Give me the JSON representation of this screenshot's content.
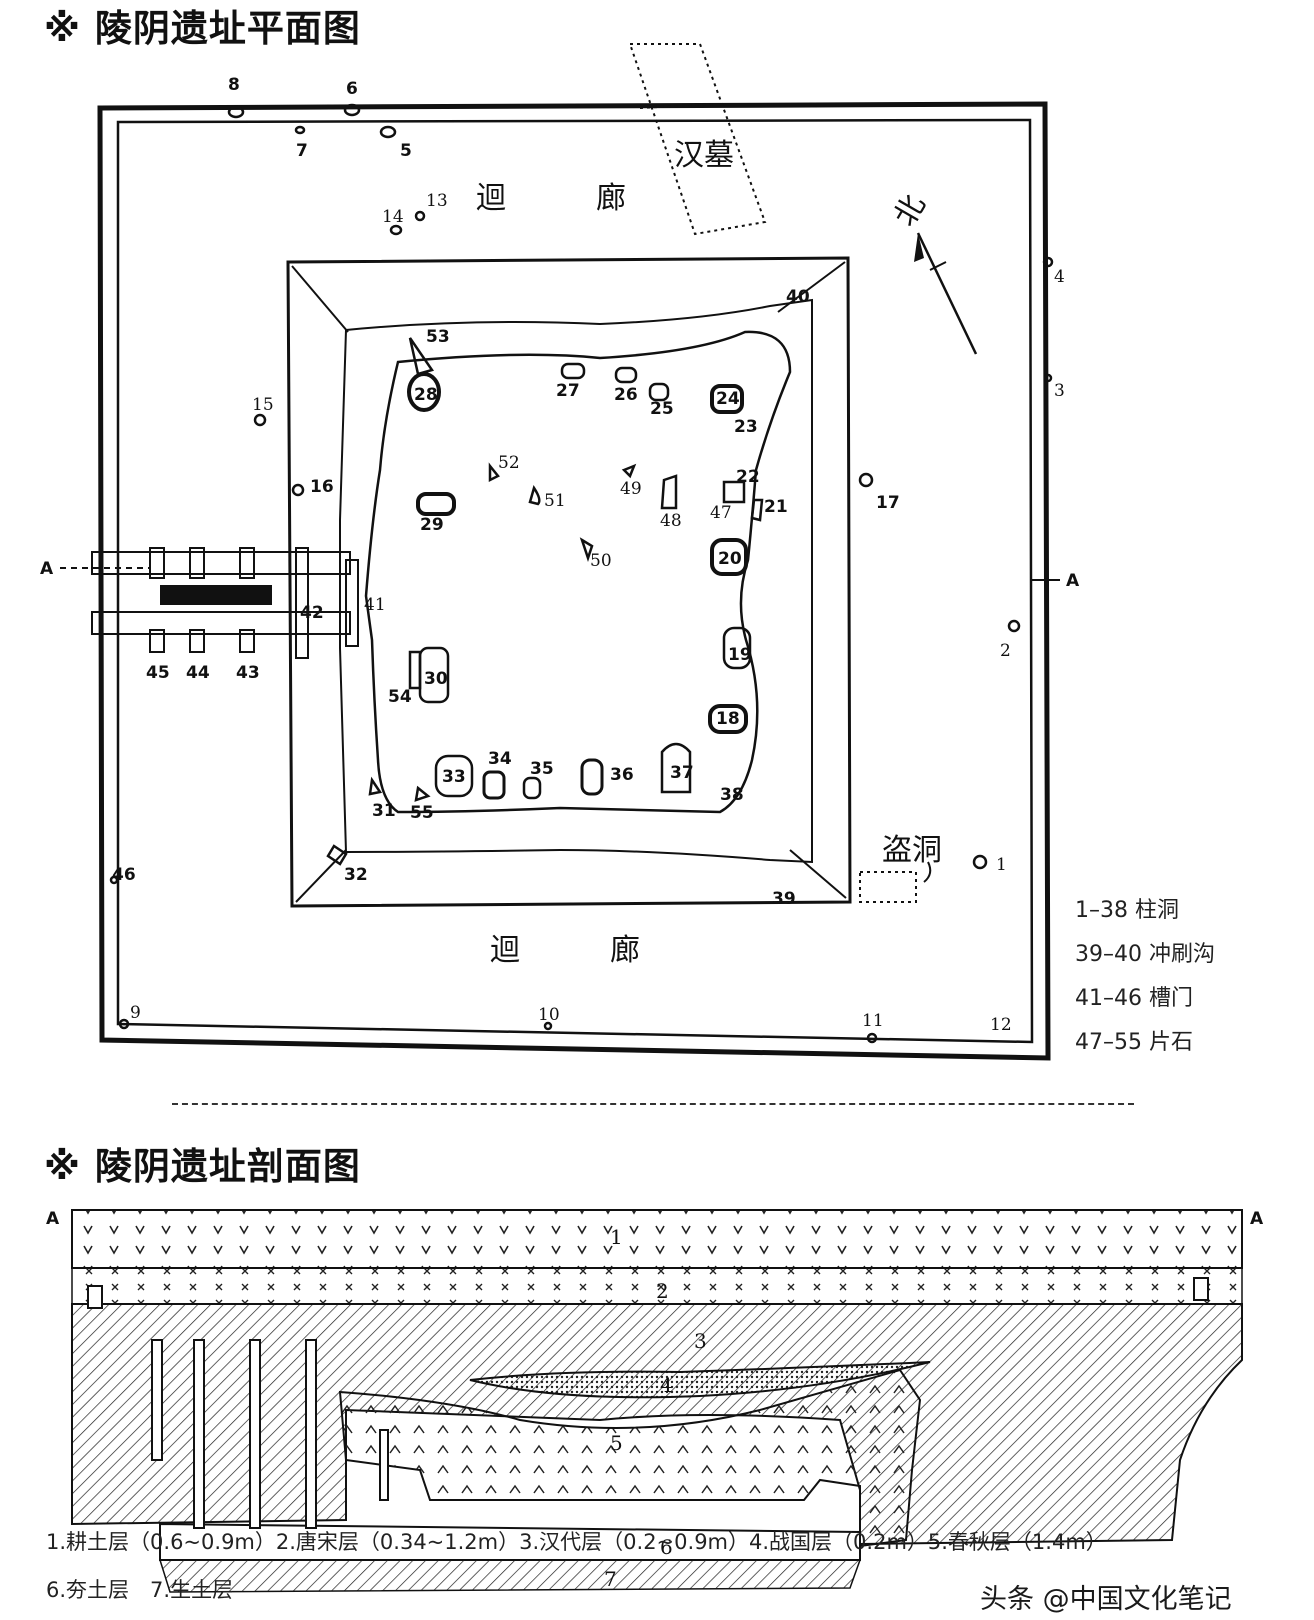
{
  "titles": {
    "plan": "※ 陵阴遗址平面图",
    "section": "※ 陵阴遗址剖面图"
  },
  "plan_labels": {
    "corridor": "迴　　　廊",
    "han_tomb": "汉墓",
    "robbery_hole": "盗洞",
    "north": "北",
    "section_mark": "A"
  },
  "legend": [
    "1–38 柱洞",
    "39–40 冲刷沟",
    "41–46 槽门",
    "47–55 片石"
  ],
  "section_labels": {
    "left_mark": "A",
    "right_mark": "A",
    "layers": [
      "1",
      "2",
      "3",
      "4",
      "5",
      "6",
      "7"
    ]
  },
  "caption": {
    "line1": "1.耕土层（0.6~0.9m）2.唐宋层（0.34~1.2m）3.汉代层（0.2~0.9m）4.战国层（0.2m）5.春秋层（1.4m）",
    "line2": "6.夯土层　7.生土层"
  },
  "watermark": "头条 @中国文化笔记"
}
